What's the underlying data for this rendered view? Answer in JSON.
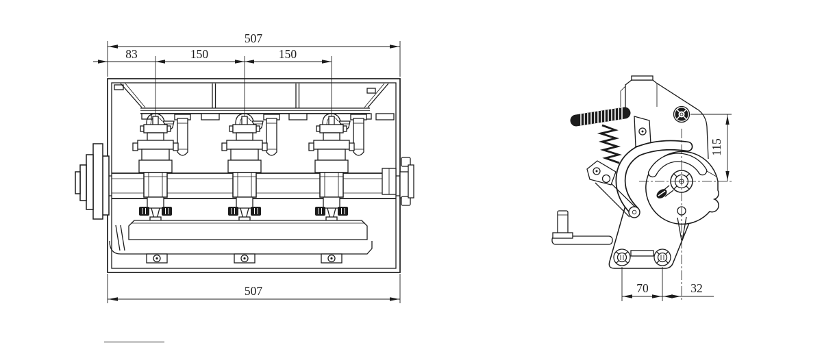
{
  "drawing": {
    "type": "technical outline drawing, two orthographic views of a three-pole switch-disconnector",
    "views": [
      "front view with three pole assemblies on a common shaft",
      "side view of spring operating mechanism"
    ]
  },
  "colors": {
    "line": "#1c1c1c",
    "bg": "#ffffff",
    "faint": "#c9c9c9"
  },
  "front_view": {
    "name": "front-view",
    "dim_overall_top": "507",
    "dim_left_offset": "83",
    "dim_pole_pitch_1": "150",
    "dim_pole_pitch_2": "150",
    "dim_overall_bottom": "507"
  },
  "side_view": {
    "name": "side-view",
    "dim_center_height": "115",
    "dim_bolt_spacing": "70",
    "dim_center_offset": "32"
  }
}
